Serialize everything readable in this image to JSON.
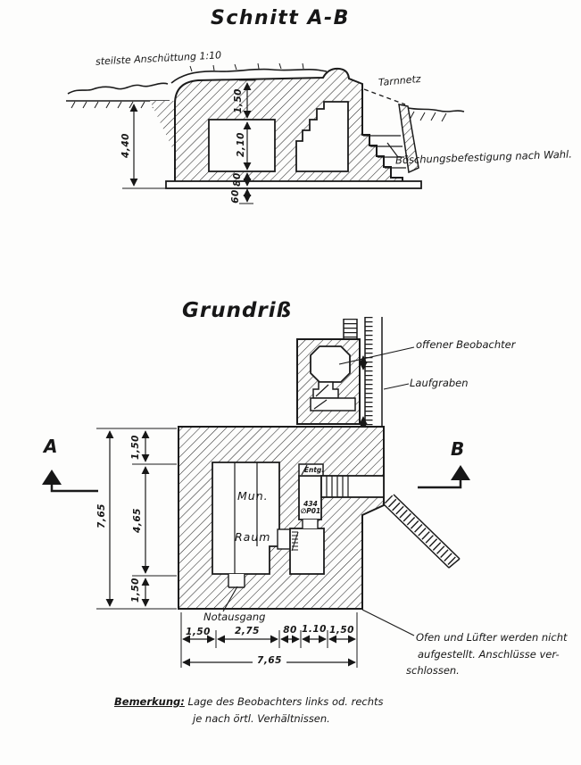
{
  "section": {
    "title": "Schnitt A-B",
    "label_embankment": "steilste Anschüttung 1:10",
    "label_tarnnetz": "Tarnnetz",
    "label_boeschung": "Böschungsbefestigung nach Wahl.",
    "dim_total_height": "4,40",
    "dim_roof": "1,50",
    "dim_interior": "2,10",
    "dim_floor": "80",
    "dim_footing": "60"
  },
  "plan": {
    "title": "Grundriß",
    "label_observer": "offener Beobachter",
    "label_trench": "Laufgraben",
    "room_line1": "Mun.",
    "room_line2": "Raum",
    "label_vent": "Entg.",
    "door_line1": "434",
    "door_line2": "∅P01",
    "label_exit": "Notausgang",
    "marker_a": "A",
    "marker_b": "B",
    "dim_left_total": "7,65",
    "dim_left_top": "1,50",
    "dim_left_mid": "4,65",
    "dim_left_bottom": "1,50",
    "dim_bottom": [
      "1,50",
      "2,75",
      "80",
      "1.10",
      "1,50"
    ],
    "dim_bottom_total": "7,65"
  },
  "notes": {
    "ofen_line1": "Ofen und Lüfter werden nicht",
    "ofen_line2": "aufgestellt. Anschlüsse ver-",
    "ofen_line3": "schlossen.",
    "remark_label": "Bemerkung:",
    "remark_line1": "Lage des Beobachters links od. rechts",
    "remark_line2": "je nach örtl. Verhältnissen."
  }
}
